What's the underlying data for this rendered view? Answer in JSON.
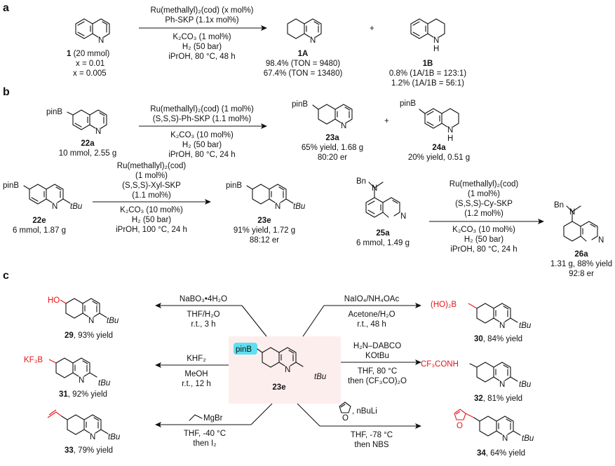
{
  "sections": {
    "a": "a",
    "b": "b",
    "c": "c"
  },
  "a": {
    "sm_label_num": "1",
    "sm_label_rest": " (20 mmol)",
    "x1": "x = 0.01",
    "x2": "x = 0.005",
    "cond1": "Ru(methallyl)₂(cod) (x mol%)",
    "cond2": "Ph-SKP (1.1x mol%)",
    "cond3": "K₂CO₃ (1 mol%)",
    "cond4": "H₂ (50 bar)",
    "cond5": "iPrOH, 80 °C, 48 h",
    "p1_label": "1A",
    "p1_y1": "98.4% (TON = 9480)",
    "p1_y2": "67.4% (TON = 13480)",
    "plus": "+",
    "p2_label": "1B",
    "p2_y1": "0.8% (1A/1B = 123:1)",
    "p2_y2": "1.2% (1A/1B = 56:1)",
    "N": "N",
    "NH": "N\nH"
  },
  "b1": {
    "sm_group": "pinB",
    "sm_label": "22a",
    "sm_amt": "10 mmol, 2.55 g",
    "cond1": "Ru(methallyl)₂(cod) (1 mol%)",
    "cond2": "(S,S,S)-Ph-SKP (1.1 mol%)",
    "cond3": "K₂CO₃ (10 mol%)",
    "cond4": "H₂ (50 bar)",
    "cond5": "iPrOH, 80 °C, 24 h",
    "p1_group": "pinB",
    "p1_label": "23a",
    "p1_y1": "65% yield, 1.68 g",
    "p1_y2": "80:20 er",
    "plus": "+",
    "p2_group": "pinB",
    "p2_label": "24a",
    "p2_y1": "20% yield, 0.51 g"
  },
  "b2": {
    "sm_group": "pinB",
    "sm_tbu": "tBu",
    "sm_label": "22e",
    "sm_amt": "6 mmol, 1.87 g",
    "cond1": "Ru(methallyl)₂(cod)",
    "cond2": "(1 mol%)",
    "cond3": "(S,S,S)-Xyl-SKP",
    "cond4": "(1.1 mol%)",
    "cond5": "K₂CO₃ (10 mol%)",
    "cond6": "H₂ (50 bar)",
    "cond7": "iPrOH, 100 °C, 24 h",
    "p_group": "pinB",
    "p_tbu": "tBu",
    "p_label": "23e",
    "p_y1": "91% yield, 1.72 g",
    "p_y2": "88:12 er"
  },
  "b3": {
    "sm_group": "Bn",
    "sm_label": "25a",
    "sm_amt": "6 mmol, 1.49 g",
    "cond1": "Ru(methallyl)₂(cod)",
    "cond2": "(1 mol%)",
    "cond3": "(S,S,S)-Cy-SKP",
    "cond4": "(1.2 mol%)",
    "cond5": "K₂CO₃ (10 mol%)",
    "cond6": "H₂ (50 bar)",
    "cond7": "iPrOH, 80 °C, 24 h",
    "p_group": "Bn",
    "p_label": "26a",
    "p_y1": "1.31 g, 88% yield",
    "p_y2": "92:8 er"
  },
  "c": {
    "center_group": "pinB",
    "center_tbu": "tBu",
    "center_label": "23e",
    "r29_cond1": "NaBO₃•4H₂O",
    "r29_cond2": "THF/H₂O",
    "r29_cond3": "r.t., 3 h",
    "p29_group": "HO",
    "p29_label": "29",
    "p29_yield": ", 93% yield",
    "r31_cond1": "KHF₂",
    "r31_cond2": "MeOH",
    "r31_cond3": "r.t., 12 h",
    "p31_group": "KF₃B",
    "p31_label": "31",
    "p31_yield": ", 92% yield",
    "r33_cond1": "MgBr",
    "r33_cond2": "THF, -40 °C",
    "r33_cond3": "then I₂",
    "p33_label": "33",
    "p33_yield": ", 79% yield",
    "r30_cond1": "NaIO₄/NH₄OAc",
    "r30_cond2": "Acetone/H₂O",
    "r30_cond3": "r.t., 48 h",
    "p30_group": "(HO)₂B",
    "p30_label": "30",
    "p30_yield": ", 84% yield",
    "r32_cond1": "H₂N–DABCO",
    "r32_cond2": "KOtBu",
    "r32_cond3": "THF, 80 °C",
    "r32_cond4": "then (CF₃CO)₂O",
    "p32_group": "CF₃CONH",
    "p32_label": "32",
    "p32_yield": ", 81% yield",
    "r34_cond1": ", nBuLi",
    "r34_cond2": "THF, -78 °C",
    "r34_cond3": "then NBS",
    "p34_label": "34",
    "p34_yield": ", 64% yield",
    "tbu": "tBu",
    "O": "O"
  },
  "colors": {
    "highlight_box": "#fdeeee",
    "pinb_highlight": "#5ee0f0",
    "red": "#e8141a"
  }
}
